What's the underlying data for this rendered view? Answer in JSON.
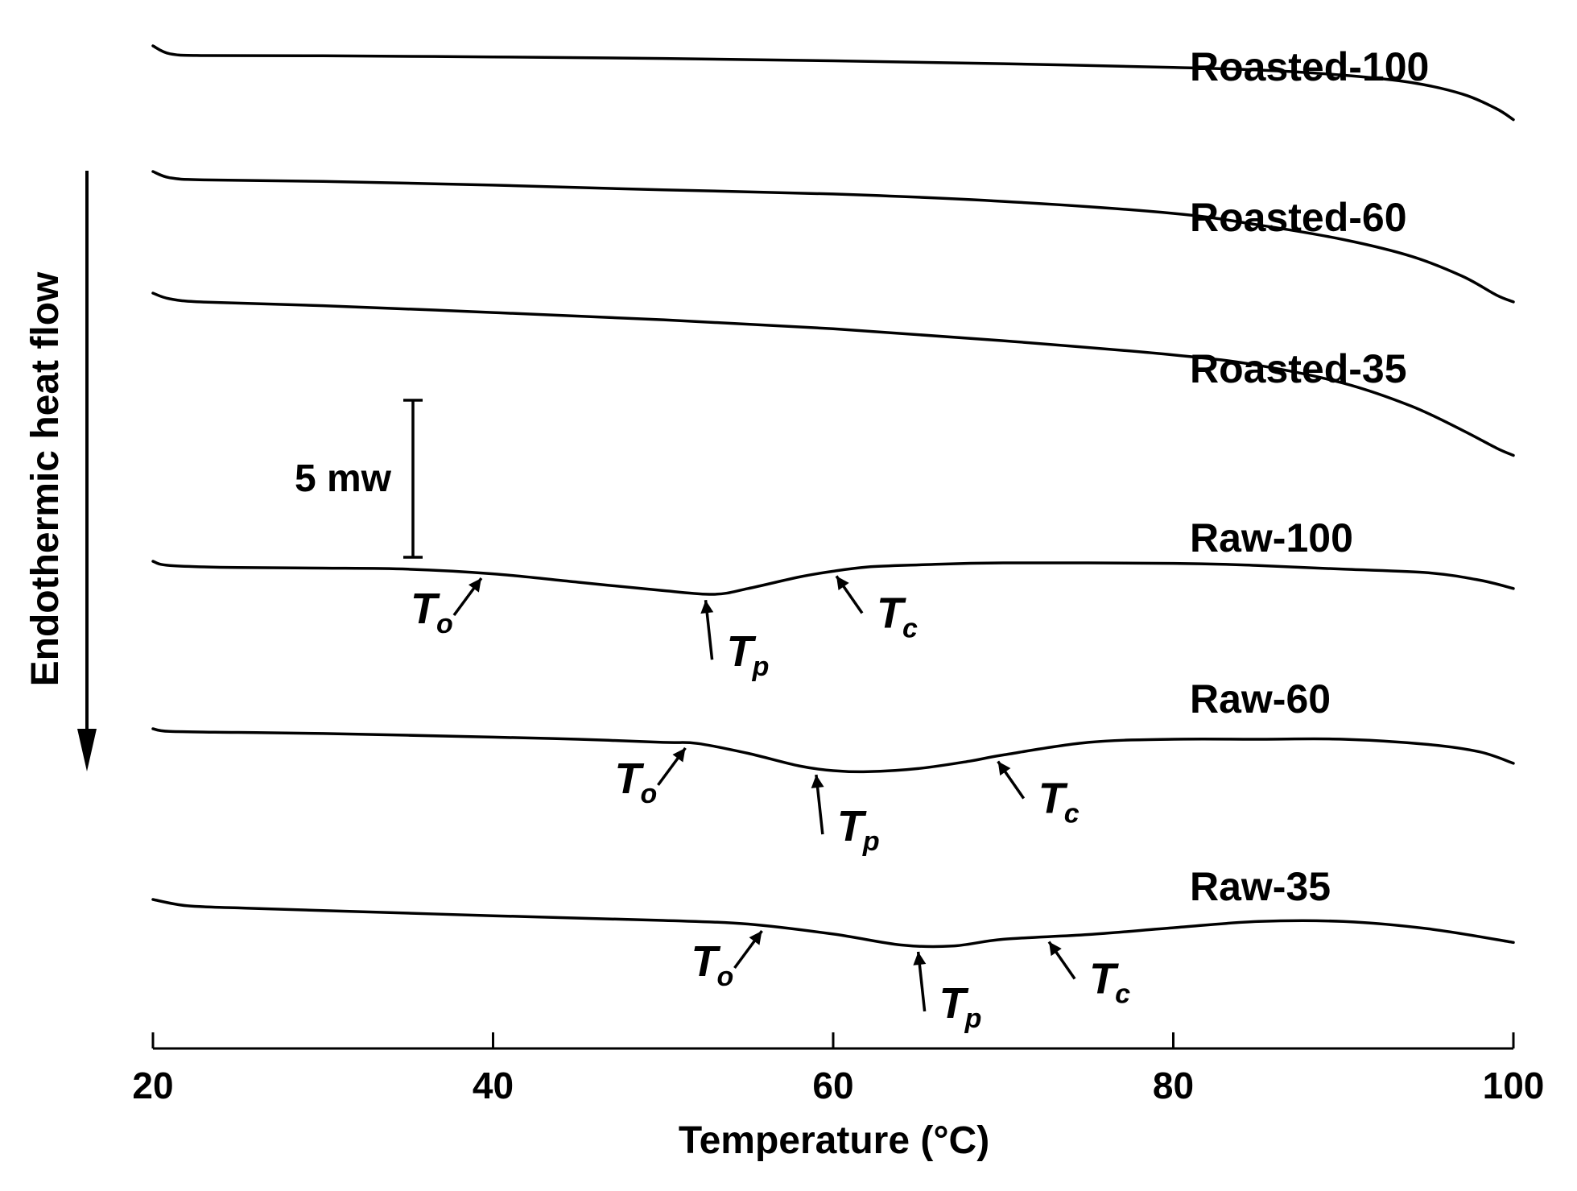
{
  "chart_data": {
    "type": "line",
    "title": "",
    "xlabel": "Temperature (°C)",
    "ylabel": "Endothermic heat flow",
    "xlim": [
      20,
      100
    ],
    "xticks": [
      20,
      40,
      60,
      80,
      100
    ],
    "grid": false,
    "legend": "labels at right end of each curve",
    "scale_bar_label": "5 mw",
    "series": [
      {
        "name": "Roasted-100",
        "points": [
          [
            20,
            0.0
          ],
          [
            21,
            0.75
          ],
          [
            23,
            0.92
          ],
          [
            30,
            0.95
          ],
          [
            40,
            1.05
          ],
          [
            50,
            1.2
          ],
          [
            60,
            1.42
          ],
          [
            70,
            1.7
          ],
          [
            80,
            2.05
          ],
          [
            85,
            2.3
          ],
          [
            90,
            2.8
          ],
          [
            94,
            3.5
          ],
          [
            97,
            4.6
          ],
          [
            99,
            6.0
          ],
          [
            100,
            7.05
          ]
        ],
        "annotations": []
      },
      {
        "name": "Roasted-60",
        "points": [
          [
            20,
            0.0
          ],
          [
            21,
            0.6
          ],
          [
            23,
            0.8
          ],
          [
            30,
            0.95
          ],
          [
            40,
            1.3
          ],
          [
            50,
            1.75
          ],
          [
            60,
            2.15
          ],
          [
            70,
            2.85
          ],
          [
            80,
            4.0
          ],
          [
            85,
            5.1
          ],
          [
            90,
            6.5
          ],
          [
            94,
            8.1
          ],
          [
            97,
            10.0
          ],
          [
            99,
            11.8
          ],
          [
            100,
            12.45
          ]
        ],
        "annotations": []
      },
      {
        "name": "Roasted-35",
        "points": [
          [
            20,
            0.0
          ],
          [
            21,
            0.55
          ],
          [
            23,
            0.85
          ],
          [
            30,
            1.2
          ],
          [
            40,
            1.85
          ],
          [
            50,
            2.55
          ],
          [
            60,
            3.4
          ],
          [
            70,
            4.55
          ],
          [
            80,
            5.9
          ],
          [
            85,
            6.9
          ],
          [
            90,
            8.6
          ],
          [
            94,
            10.8
          ],
          [
            97,
            13.1
          ],
          [
            99,
            14.8
          ],
          [
            100,
            15.5
          ]
        ],
        "annotations": []
      },
      {
        "name": "Raw-100",
        "points": [
          [
            20,
            0.0
          ],
          [
            21,
            0.4
          ],
          [
            25,
            0.6
          ],
          [
            30,
            0.65
          ],
          [
            35,
            0.75
          ],
          [
            40,
            1.2
          ],
          [
            45,
            2.0
          ],
          [
            50,
            2.8
          ],
          [
            53,
            3.15
          ],
          [
            55,
            2.6
          ],
          [
            58,
            1.5
          ],
          [
            60,
            0.95
          ],
          [
            62,
            0.55
          ],
          [
            65,
            0.35
          ],
          [
            70,
            0.15
          ],
          [
            80,
            0.2
          ],
          [
            85,
            0.4
          ],
          [
            90,
            0.75
          ],
          [
            95,
            1.1
          ],
          [
            98,
            1.8
          ],
          [
            100,
            2.6
          ]
        ],
        "annotations": [
          {
            "symbol": "T",
            "sub": "o",
            "x": 39.5
          },
          {
            "symbol": "T",
            "sub": "p",
            "x": 52.5
          },
          {
            "symbol": "T",
            "sub": "c",
            "x": 60.0
          }
        ]
      },
      {
        "name": "Raw-60",
        "points": [
          [
            20,
            0.0
          ],
          [
            21,
            0.25
          ],
          [
            25,
            0.35
          ],
          [
            30,
            0.45
          ],
          [
            40,
            0.8
          ],
          [
            45,
            1.0
          ],
          [
            50,
            1.3
          ],
          [
            52,
            1.4
          ],
          [
            55,
            2.35
          ],
          [
            58,
            3.55
          ],
          [
            60,
            4.0
          ],
          [
            62,
            4.1
          ],
          [
            65,
            3.8
          ],
          [
            68,
            3.1
          ],
          [
            70,
            2.5
          ],
          [
            75,
            1.3
          ],
          [
            80,
            1.0
          ],
          [
            85,
            1.0
          ],
          [
            90,
            1.0
          ],
          [
            95,
            1.5
          ],
          [
            98,
            2.2
          ],
          [
            100,
            3.3
          ]
        ],
        "annotations": [
          {
            "symbol": "T",
            "sub": "o",
            "x": 51.5
          },
          {
            "symbol": "T",
            "sub": "p",
            "x": 59.0
          },
          {
            "symbol": "T",
            "sub": "c",
            "x": 69.5
          }
        ]
      },
      {
        "name": "Raw-35",
        "points": [
          [
            20,
            0.0
          ],
          [
            22,
            0.6
          ],
          [
            25,
            0.8
          ],
          [
            30,
            1.05
          ],
          [
            40,
            1.55
          ],
          [
            50,
            2.0
          ],
          [
            55,
            2.35
          ],
          [
            60,
            3.3
          ],
          [
            64,
            4.35
          ],
          [
            67,
            4.45
          ],
          [
            70,
            3.8
          ],
          [
            75,
            3.35
          ],
          [
            80,
            2.7
          ],
          [
            85,
            2.1
          ],
          [
            90,
            2.1
          ],
          [
            95,
            2.8
          ],
          [
            100,
            4.1
          ]
        ],
        "annotations": [
          {
            "symbol": "T",
            "sub": "o",
            "x": 56.0
          },
          {
            "symbol": "T",
            "sub": "p",
            "x": 65.0
          },
          {
            "symbol": "T",
            "sub": "c",
            "x": 72.5
          }
        ]
      }
    ]
  }
}
